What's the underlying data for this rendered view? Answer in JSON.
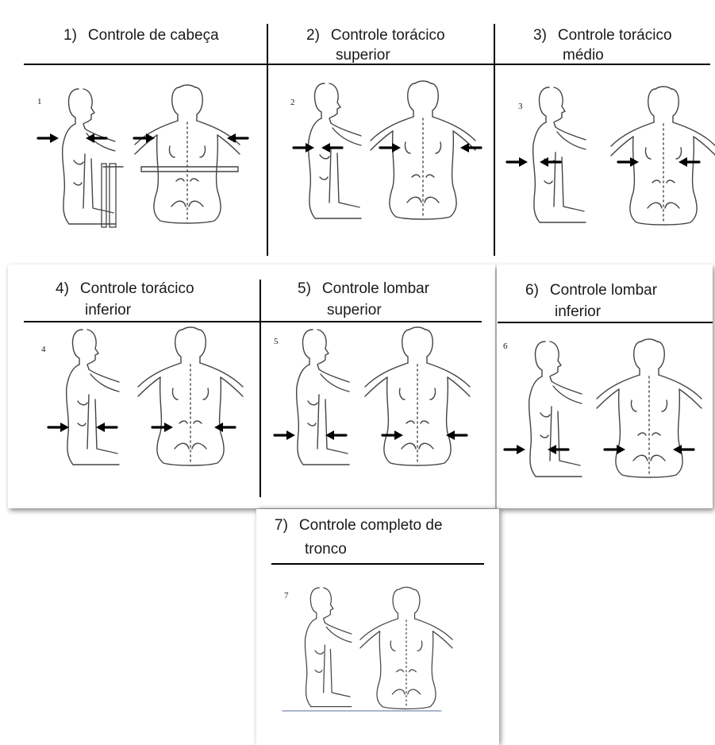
{
  "panels": [
    {
      "number": "1)",
      "title": "Controle de cabeça",
      "line2": "",
      "figure_number": "1"
    },
    {
      "number": "2)",
      "title": "Controle torácico",
      "line2": "superior",
      "figure_number": "2"
    },
    {
      "number": "3)",
      "title": "Controle torácico",
      "line2": "médio",
      "figure_number": "3"
    },
    {
      "number": "4)",
      "title": "Controle torácico",
      "line2": "inferior",
      "figure_number": "4"
    },
    {
      "number": "5)",
      "title": "Controle lombar",
      "line2": "superior",
      "figure_number": "5"
    },
    {
      "number": "6)",
      "title": "Controle lombar",
      "line2": "inferior",
      "figure_number": "6"
    },
    {
      "number": "7)",
      "title": "Controle completo de",
      "line2": "tronco",
      "figure_number": "7"
    }
  ]
}
